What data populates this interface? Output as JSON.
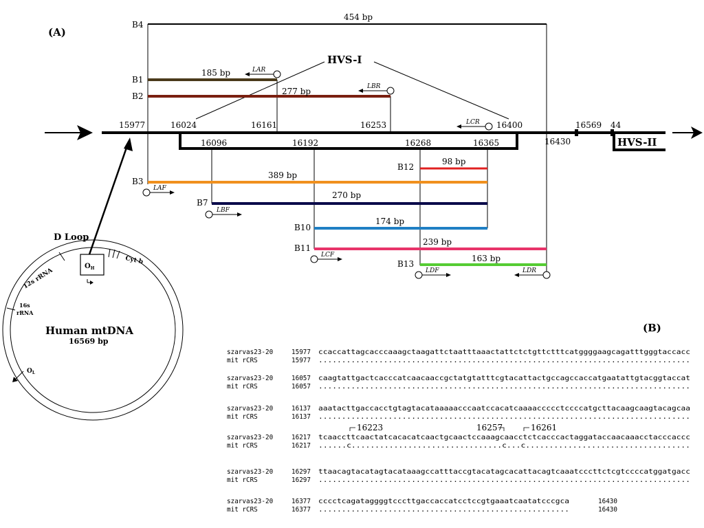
{
  "panel_a": {
    "label": "(A)",
    "hvs1": "HVS-I",
    "hvs2": "HVS-II",
    "positions": {
      "p15977": "15977",
      "p16024": "16024",
      "p16161": "16161",
      "p16253": "16253",
      "p16400": "16400",
      "p16569": "16569",
      "p44": "44",
      "p16096": "16096",
      "p16192": "16192",
      "p16268": "16268",
      "p16365": "16365",
      "p16430": "16430"
    },
    "fragments": [
      {
        "id": "B4",
        "size": "454 bp",
        "color": "#000000"
      },
      {
        "id": "B1",
        "size": "185 bp",
        "color": "#4a3a1a"
      },
      {
        "id": "B2",
        "size": "277 bp",
        "color": "#7a1f10"
      },
      {
        "id": "B3",
        "size": "389 bp",
        "color": "#f0901e"
      },
      {
        "id": "B7",
        "size": "270 bp",
        "color": "#0b0b4a"
      },
      {
        "id": "B10",
        "size": "174 bp",
        "color": "#1f7fc4"
      },
      {
        "id": "B11",
        "size": "239 bp",
        "color": "#e8336a"
      },
      {
        "id": "B12",
        "size": "98 bp",
        "color": "#e02020"
      },
      {
        "id": "B13",
        "size": "163 bp",
        "color": "#55cc33"
      }
    ],
    "primers": [
      "LAR",
      "LBR",
      "LCR",
      "LAF",
      "LBF",
      "LCF",
      "LDF",
      "LDR"
    ],
    "mtdna": {
      "title": "Human mtDNA",
      "size": "16569 bp",
      "dloop": "D Loop",
      "oh": "O",
      "oh_sub": "H",
      "ol": "O",
      "ol_sub": "L",
      "rrna12": "12s rRNA",
      "rrna16a": "16s",
      "rrna16b": "rRNA",
      "cytb": "Cyt b"
    }
  },
  "panel_b": {
    "label": "(B)",
    "mutations": [
      "16223",
      "16257",
      "16261"
    ],
    "blocks": [
      {
        "s_name": "szarvas23-20",
        "s_pos": "15977",
        "s_seq": "ccaccattagcacccaaagctaagattctaatttaaactattctctgttctttcatggggaagcagatttgggtaccacc",
        "s_end": "",
        "r_name": "mit rCRS",
        "r_pos": "15977",
        "r_seq": "................................................................................",
        "r_end": ""
      },
      {
        "s_name": "szarvas23-20",
        "s_pos": "16057",
        "s_seq": "caagtattgactcacccatcaacaaccgctatgtatttcgtacattactgccagccaccatgaatattgtacggtaccat",
        "s_end": "",
        "r_name": "mit rCRS",
        "r_pos": "16057",
        "r_seq": "................................................................................",
        "r_end": ""
      },
      {
        "s_name": "szarvas23-20",
        "s_pos": "16137",
        "s_seq": "aaatacttgaccacctgtagtacataaaaacccaatccacatcaaaaccccctccccatgcttacaagcaagtacagcaa",
        "s_end": "",
        "r_name": "mit rCRS",
        "r_pos": "16137",
        "r_seq": "................................................................................",
        "r_end": ""
      },
      {
        "s_name": "szarvas23-20",
        "s_pos": "16217",
        "s_seq": "tcaaccttcaactatcacacatcaactgcaactccaaagcaacctctcacccactaggataccaacaaacctacccaccc",
        "s_end": "",
        "r_name": "mit rCRS",
        "r_pos": "16217",
        "r_seq": "......c................................c...c...................................",
        "r_end": ""
      },
      {
        "s_name": "szarvas23-20",
        "s_pos": "16297",
        "s_seq": "ttaacagtacatagtacataaagccatttaccgtacatagcacattacagtcaaatcccttctcgtccccatggatgacc",
        "s_end": "",
        "r_name": "mit rCRS",
        "r_pos": "16297",
        "r_seq": "................................................................................",
        "r_end": ""
      },
      {
        "s_name": "szarvas23-20",
        "s_pos": "16377",
        "s_seq": "cccctcagataggggtcccttgaccaccatcctccgtgaaatcaatatcccgca",
        "s_end": "16430",
        "r_name": "mit rCRS",
        "r_pos": "16377",
        "r_seq": "......................................................",
        "r_end": "16430"
      }
    ]
  }
}
